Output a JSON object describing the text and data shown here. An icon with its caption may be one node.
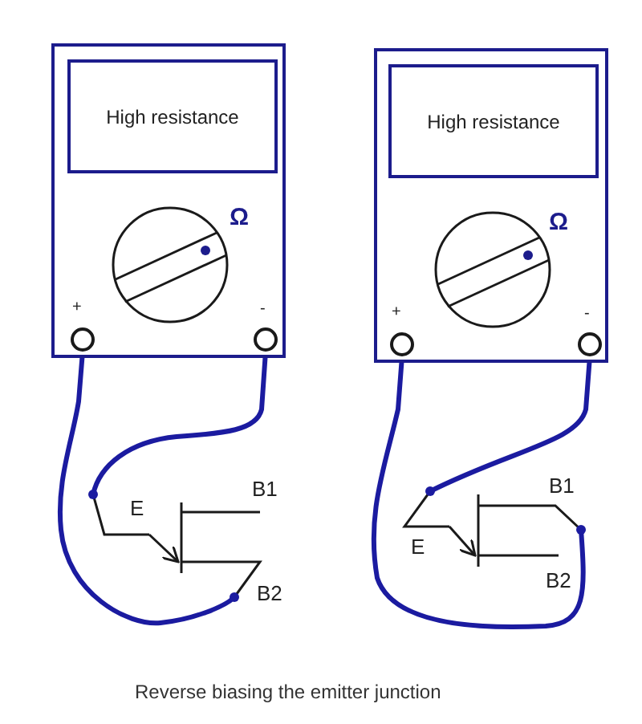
{
  "diagram": {
    "caption": "Reverse biasing the emitter junction",
    "nodes": [
      {
        "text": [],
        "shape": "box"
      },
      {
        "text": [
          "High resistance"
        ],
        "in": 0
      },
      {
        "text": [],
        "shape": "circle",
        "in": 0,
        "beside": [
          "+"
        ]
      },
      {
        "text": [],
        "shape": "circle",
        "in": 0,
        "beside": [
          "-"
        ]
      },
      {
        "text": [
          "B1",
          "E",
          "B2"
        ]
      },
      {
        "text": [],
        "shape": "box"
      },
      {
        "text": [
          "High resistance"
        ],
        "in": 5
      },
      {
        "text": [],
        "shape": "circle",
        "in": 5,
        "beside": [
          "+"
        ]
      },
      {
        "text": [],
        "shape": "circle",
        "in": 5,
        "beside": [
          "-"
        ]
      },
      {
        "text": [
          "B1",
          "E",
          "B2"
        ]
      }
    ],
    "edges": [
      {
        "from": 3,
        "to": 4,
        "arrow": "none"
      },
      {
        "from": 2,
        "to": 4,
        "arrow": "none"
      },
      {
        "from": 8,
        "to": 9,
        "arrow": "none"
      },
      {
        "from": 7,
        "to": 9,
        "arrow": "none"
      }
    ],
    "labels": [
      "Ω",
      "Ω"
    ]
  }
}
